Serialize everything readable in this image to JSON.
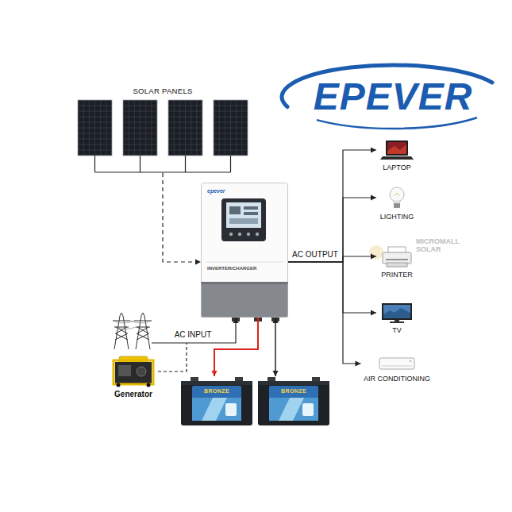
{
  "diagram": {
    "nodes": [
      {
        "text": [
          "SOLAR PANELS"
        ]
      },
      {
        "text": [
          "INVERTER/CHARGER"
        ]
      },
      {
        "text": [
          "LAPTOP"
        ]
      },
      {
        "text": [
          "LIGHTING"
        ]
      },
      {
        "text": [
          "PRINTER"
        ]
      },
      {
        "text": [
          "TV"
        ]
      },
      {
        "text": [
          "AIR CONDITIONING"
        ]
      },
      {
        "text": [
          "Generator"
        ]
      },
      {
        "text": [
          "BRONZE"
        ]
      },
      {
        "text": [
          "BRONZE"
        ]
      }
    ],
    "edges": [
      {
        "from": 0,
        "to": 1,
        "arrow": "to"
      },
      {
        "from": 1,
        "to": 2,
        "arrow": "to"
      },
      {
        "from": 1,
        "to": 3,
        "arrow": "to"
      },
      {
        "from": 1,
        "to": 4,
        "arrow": "to",
        "label": "AC OUTPUT"
      },
      {
        "from": 1,
        "to": 5,
        "arrow": "to"
      },
      {
        "from": 1,
        "to": 6,
        "arrow": "to"
      },
      {
        "from": 7,
        "to": 1,
        "arrow": "to",
        "label": "AC INPUT"
      },
      {
        "from": 1,
        "to": 8,
        "arrow": "to"
      },
      {
        "from": 1,
        "to": 9,
        "arrow": "both"
      }
    ],
    "labels": [
      "EPEVER",
      "epever",
      "MICROMALL SOLAR"
    ]
  }
}
